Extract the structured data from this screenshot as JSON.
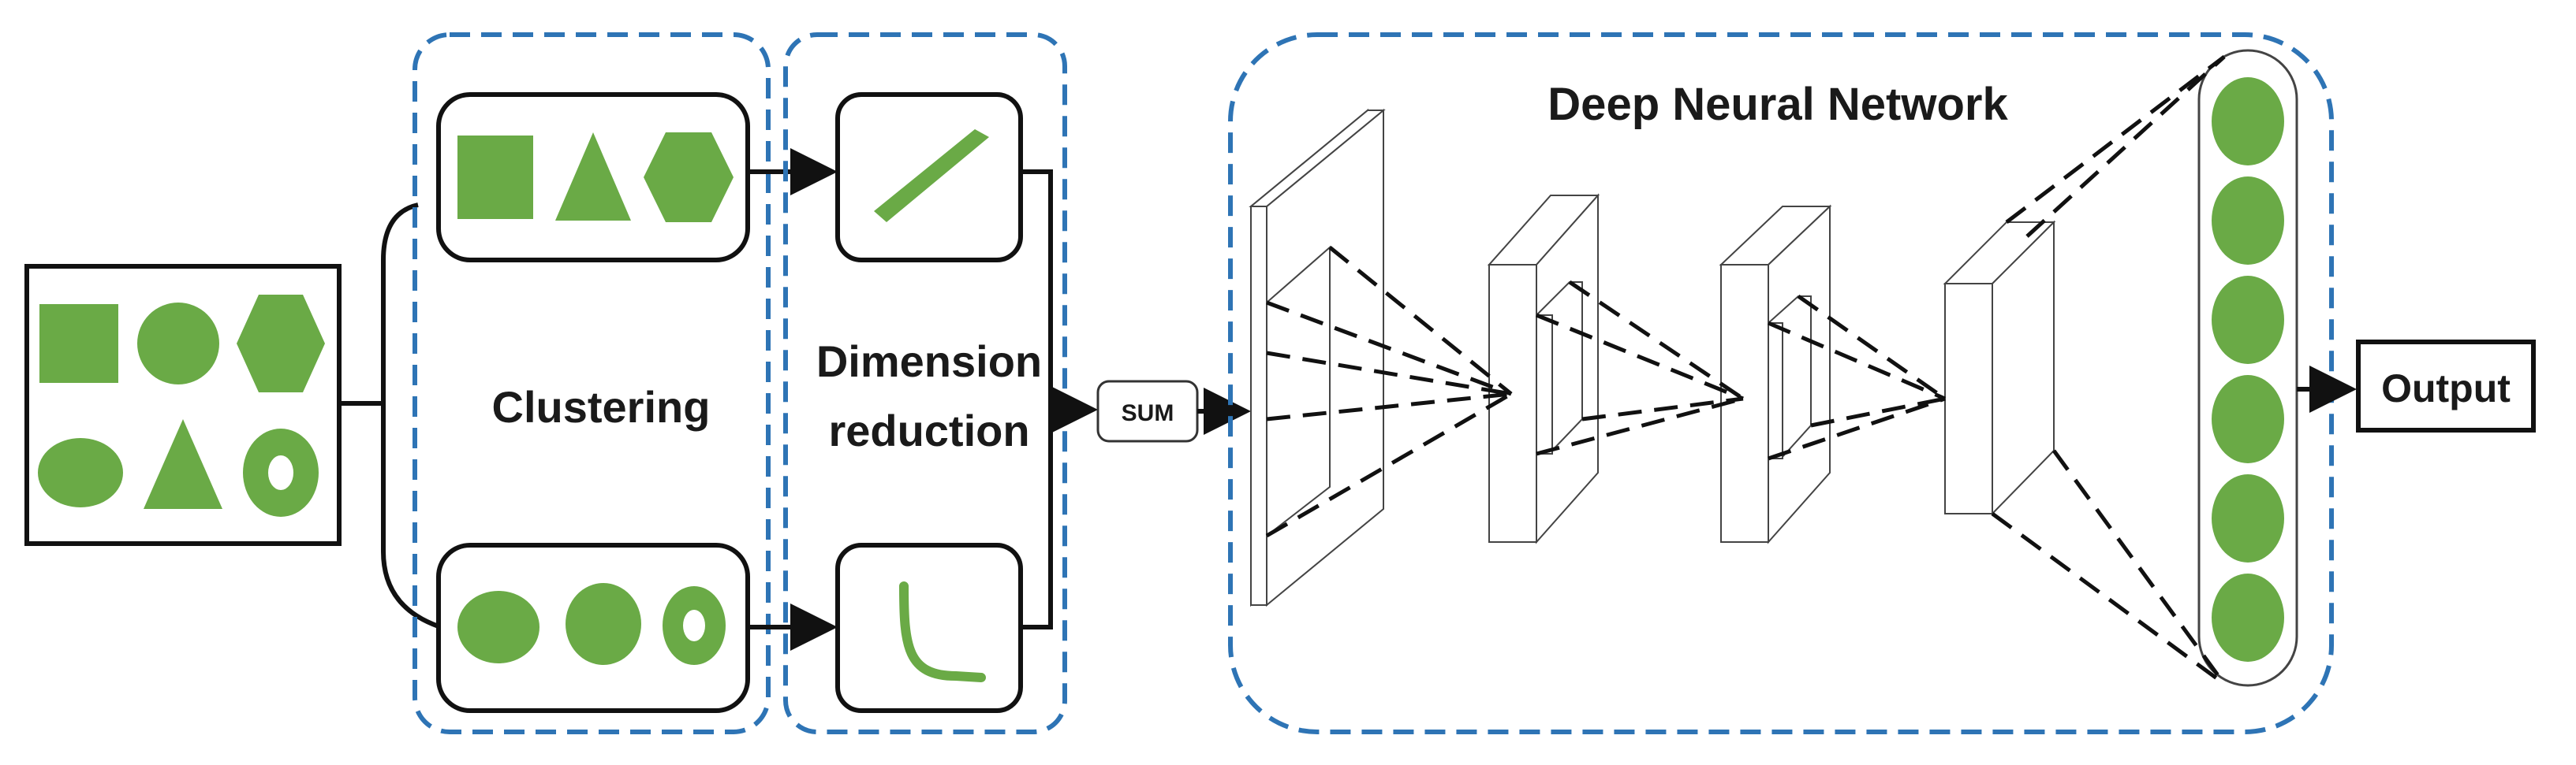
{
  "labels": {
    "clustering": "Clustering",
    "dimension_reduction_line1": "Dimension",
    "dimension_reduction_line2": "reduction",
    "sum": "SUM",
    "deep_neural_network": "Deep Neural Network",
    "output": "Output"
  },
  "colors": {
    "shape_fill": "#6aaa46",
    "group_border": "#2e74b5",
    "stroke": "#111111"
  },
  "icons": {
    "input_shapes": [
      "square",
      "circle",
      "hexagon",
      "ellipse",
      "triangle",
      "ring"
    ],
    "cluster_top_shapes": [
      "square",
      "triangle",
      "hexagon"
    ],
    "cluster_bottom_shapes": [
      "ellipse",
      "circle",
      "ring"
    ],
    "reduction_top": "diagonal-line",
    "reduction_bottom": "l-curve"
  }
}
